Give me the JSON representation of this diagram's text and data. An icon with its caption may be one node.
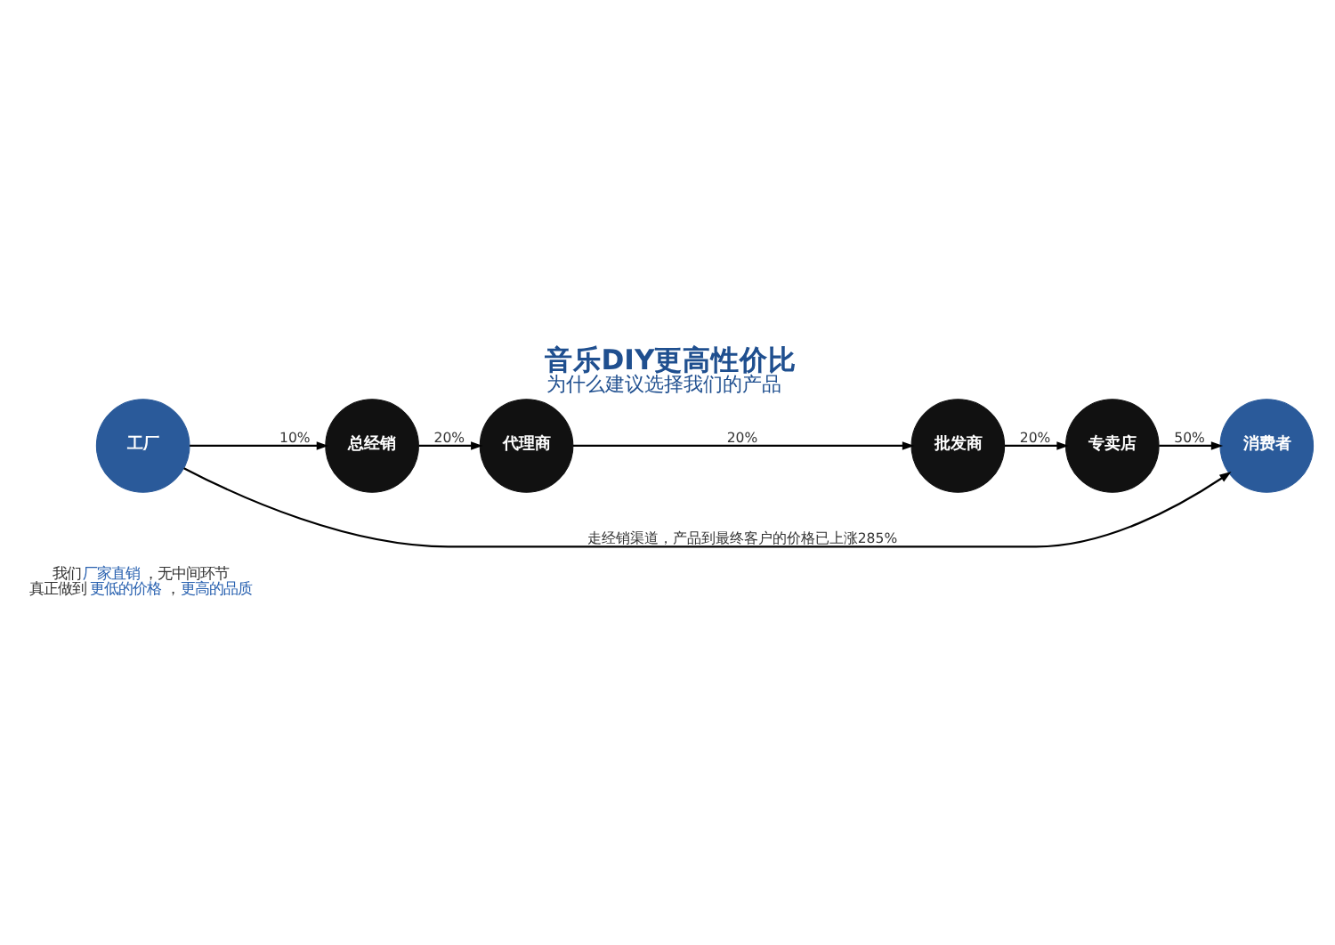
{
  "diagram": {
    "title": "音乐DIY更高性价比",
    "nodes": [
      {
        "text": [
          "工厂"
        ]
      },
      {
        "text": [
          "总经销"
        ]
      },
      {
        "text": [
          "代理商"
        ]
      },
      {
        "text": [
          "批发商"
        ]
      },
      {
        "text": [
          "专卖店"
        ]
      },
      {
        "text": [
          "消费者"
        ]
      }
    ],
    "edges": [
      {
        "from": 0,
        "to": 1,
        "arrow": "to",
        "label": "10%"
      },
      {
        "from": 1,
        "to": 2,
        "arrow": "to",
        "label": "20%"
      },
      {
        "from": 2,
        "to": 3,
        "arrow": "to",
        "label": "20%"
      },
      {
        "from": 3,
        "to": 4,
        "arrow": "to",
        "label": "20%"
      },
      {
        "from": 4,
        "to": 5,
        "arrow": "to",
        "label": "50%"
      },
      {
        "from": 0,
        "to": 5,
        "arrow": "to",
        "label": "走经销渠道，产品到最终客户的价格已上涨285%"
      }
    ],
    "labels": [
      "为什么建议选择我们的产品",
      "我们**厂家直销**，无中间环节",
      "真正做到**更低的价格**，**更高的品质**"
    ]
  }
}
